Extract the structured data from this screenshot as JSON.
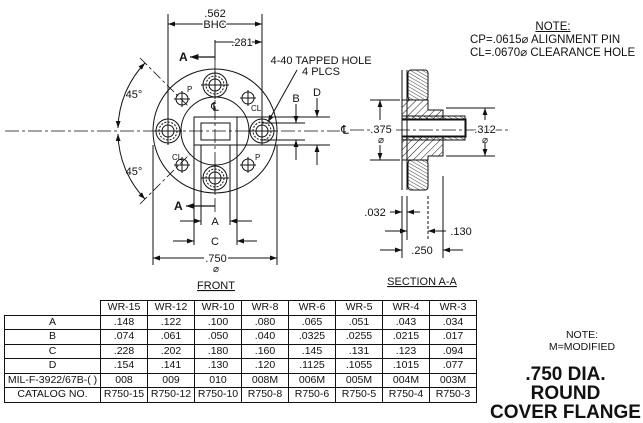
{
  "note_top": {
    "heading": "NOTE:",
    "lines": [
      "CP=.0615⌀ ALIGNMENT PIN",
      "CL=.0670⌀ CLEARANCE HOLE"
    ]
  },
  "front_view": {
    "label": "FRONT",
    "dims": {
      "bhc_value": ".562",
      "bhc_label": "BHC",
      "offset": ".281",
      "diameter": ".750",
      "diameter_symbol": "⌀",
      "angle_upper": "45°",
      "angle_lower": "45°",
      "dim_a": "A",
      "dim_b": "B",
      "dim_c": "C",
      "dim_d": "D",
      "section_mark": "A",
      "centerline": "℄",
      "hole_note_line1": "4-40 TAPPED HOLE",
      "hole_note_line2": "4 PLCS",
      "pin_label": "P",
      "clearance_label": "CL"
    }
  },
  "section_view": {
    "label": "SECTION A-A",
    "dims": {
      "outer_dia": ".375",
      "inner_dia": ".312",
      "diameter_symbol": "⌀",
      "dim_032": ".032",
      "dim_130": ".130",
      "dim_250": ".250",
      "centerline": "℄"
    }
  },
  "table": {
    "columns": [
      "WR-15",
      "WR-12",
      "WR-10",
      "WR-8",
      "WR-6",
      "WR-5",
      "WR-4",
      "WR-3"
    ],
    "rows": [
      {
        "label": "A",
        "values": [
          ".148",
          ".122",
          ".100",
          ".080",
          ".065",
          ".051",
          ".043",
          ".034"
        ]
      },
      {
        "label": "B",
        "values": [
          ".074",
          ".061",
          ".050",
          ".040",
          ".0325",
          ".0255",
          ".0215",
          ".017"
        ]
      },
      {
        "label": "C",
        "values": [
          ".228",
          ".202",
          ".180",
          ".160",
          ".145",
          ".131",
          ".123",
          ".094"
        ]
      },
      {
        "label": "D",
        "values": [
          ".154",
          ".141",
          ".130",
          ".120",
          ".1125",
          ".1055",
          ".1015",
          ".077"
        ]
      },
      {
        "label": "MIL-F-3922/67B-( )",
        "values": [
          "008",
          "009",
          "010",
          "008M",
          "006M",
          "005M",
          "004M",
          "003M"
        ]
      },
      {
        "label": "CATALOG NO.",
        "values": [
          "R750-15",
          "R750-12",
          "R750-10",
          "R750-8",
          "R750-6",
          "R750-5",
          "R750-4",
          "R750-3"
        ]
      }
    ]
  },
  "note_modified": {
    "heading": "NOTE:",
    "line": "M=MODIFIED"
  },
  "title": {
    "line1": ".750 DIA. ROUND",
    "line2": "COVER FLANGE"
  }
}
